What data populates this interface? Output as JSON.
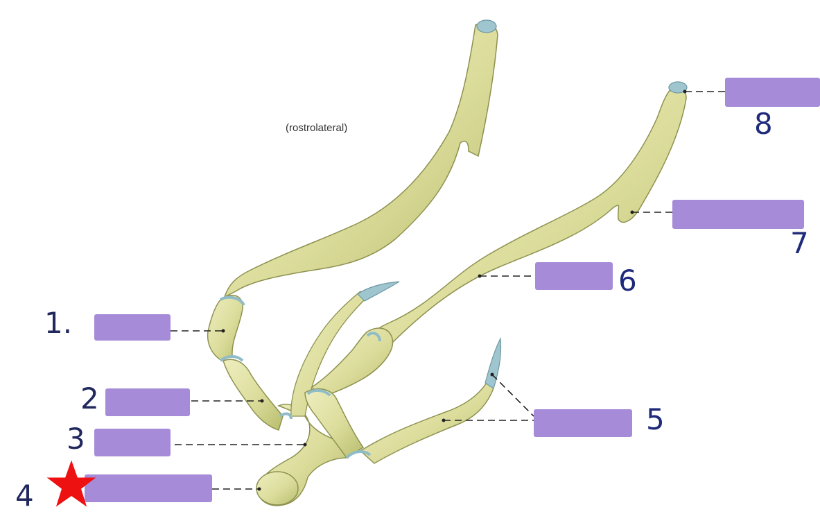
{
  "diagram": {
    "view_label": "(rostrolateral)",
    "numbers": [
      "1.",
      "2",
      "3",
      "4",
      "5",
      "6",
      "7",
      "8"
    ],
    "colors": {
      "bone_fill": "#dfe0a2",
      "bone_shade": "#b9bf6b",
      "cartilage": "#9fc6cf",
      "label_mask": "#a58bd8",
      "handwriting": "#1f2a7a",
      "star": "#ee1111"
    },
    "marker_icon": "star-icon"
  }
}
